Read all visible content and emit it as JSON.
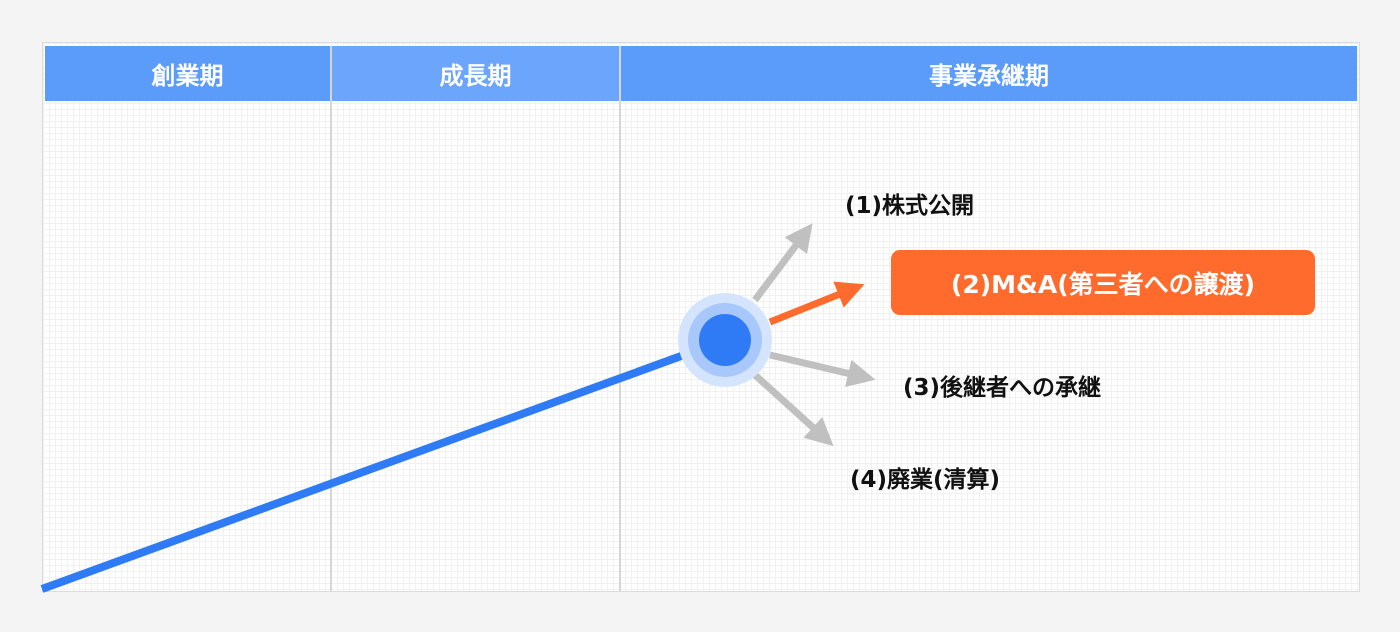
{
  "header": {
    "phases": [
      "創業期",
      "成長期",
      "事業承継期"
    ]
  },
  "options": [
    {
      "label": "(1)株式公開",
      "highlighted": false
    },
    {
      "label": "(2)M&A(第三者への譲渡)",
      "highlighted": true
    },
    {
      "label": "(3)後継者への承継",
      "highlighted": false
    },
    {
      "label": "(4)廃業(清算)",
      "highlighted": false
    }
  ],
  "colors": {
    "header": "#5b9cfb",
    "header_mid": "#6ca5fc",
    "line": "#2f7bf5",
    "highlight": "#ff6b2c",
    "arrow": "#c0c0c0"
  }
}
